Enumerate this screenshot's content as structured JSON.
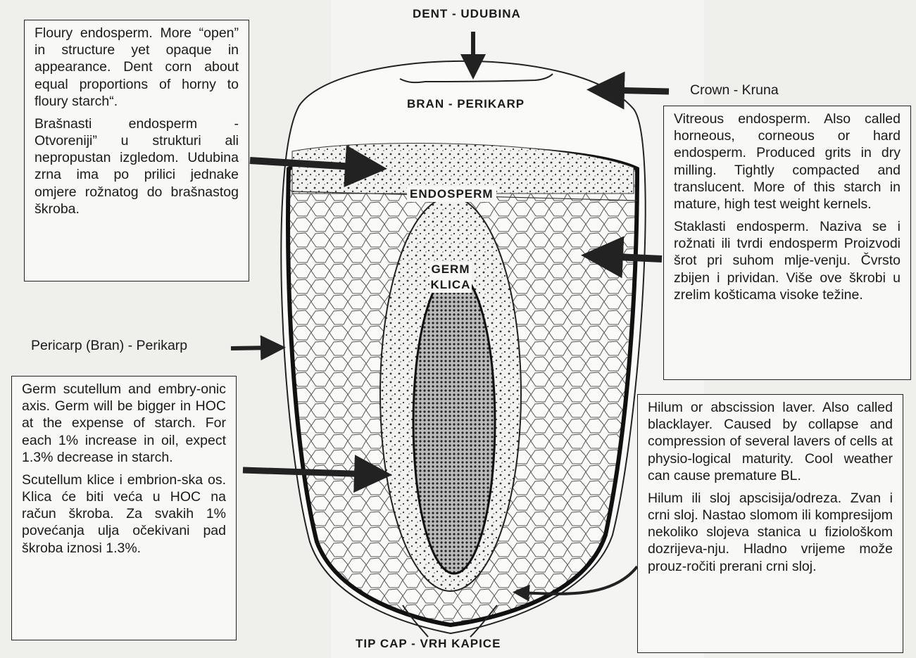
{
  "labels": {
    "dent": "DENT - UDUBINA",
    "bran": "BRAN - PERIKARP",
    "crown": "Crown - Kruna",
    "endosperm": "ENDOSPERM",
    "germ_1": "GERM",
    "germ_2": "KLICA",
    "pericarp": "Pericarp (Bran) - Perikarp",
    "tip_cap": "TIP CAP - VRH KAPICE"
  },
  "floury_box": {
    "en": "Floury endosperm. More “open” in structure yet opaque in appearance. Dent corn about equal proportions of horny to floury starch“.",
    "hr": "Brašnasti endosperm - Otvoreniji” u strukturi ali nepropustan izgledom. Udubina zrna ima po prilici jednake omjere rožnatog do brašnastog škroba."
  },
  "vitreous_box": {
    "en": "Vitreous endosperm. Also called horneous, corneous or hard endosperm. Produced grits in dry milling. Tightly compacted and translucent. More of this starch in mature, high test weight kernels.",
    "hr": "Staklasti endosperm. Naziva se i rožnati ili tvrdi endosperm Proizvodi šrot pri suhom mlje-venju. Čvrsto zbijen i prividan. Više ove škrobi u zrelim košticama visoke težine."
  },
  "germ_box": {
    "en": "Germ scutellum and embry-onic axis. Germ will be bigger in HOC at the expense of starch. For each 1% increase in oil, expect 1.3% decrease in starch.",
    "hr": "Scutellum klice i embrion-ska os. Klica će biti veća u HOC na račun škroba. Za svakih 1% povećanja ulja očekivani pad škroba iznosi 1.3%."
  },
  "hilum_box": {
    "en": "Hilum or abscission laver. Also called blacklayer. Caused by collapse and compression of several lavers of cells at physio-logical maturity. Cool weather can cause premature BL.",
    "hr": "Hilum ili sloj apscisija/odreza. Zvan i crni sloj. Nastao slomom ili kompresijom nekoliko slojeva stanica u fiziološkom dozrijeva-nju. Hladno vrijeme može prouz-ročiti prerani crni sloj."
  }
}
